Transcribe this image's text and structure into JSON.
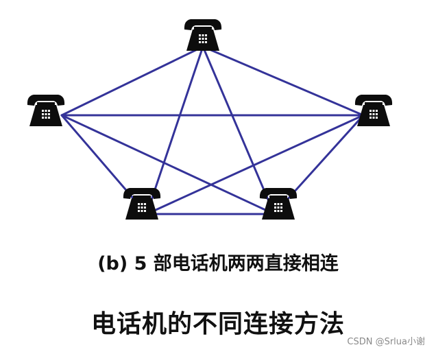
{
  "diagram": {
    "phones": [
      {
        "id": "top",
        "icon": "telephone-icon"
      },
      {
        "id": "left",
        "icon": "telephone-icon"
      },
      {
        "id": "right",
        "icon": "telephone-icon"
      },
      {
        "id": "bottom-left",
        "icon": "telephone-icon"
      },
      {
        "id": "bottom-right",
        "icon": "telephone-icon"
      }
    ],
    "links": [
      [
        "top",
        "left"
      ],
      [
        "top",
        "right"
      ],
      [
        "top",
        "bottom-left"
      ],
      [
        "top",
        "bottom-right"
      ],
      [
        "left",
        "right"
      ],
      [
        "left",
        "bottom-left"
      ],
      [
        "left",
        "bottom-right"
      ],
      [
        "right",
        "bottom-left"
      ],
      [
        "right",
        "bottom-right"
      ],
      [
        "bottom-left",
        "bottom-right"
      ]
    ],
    "colors": {
      "link": "#343399",
      "phone": "#0d0d0d"
    }
  },
  "subcaption": "(b) 5  部电话机两两直接相连",
  "title": "电话机的不同连接方法",
  "watermark": "CSDN @Srlua小谢"
}
